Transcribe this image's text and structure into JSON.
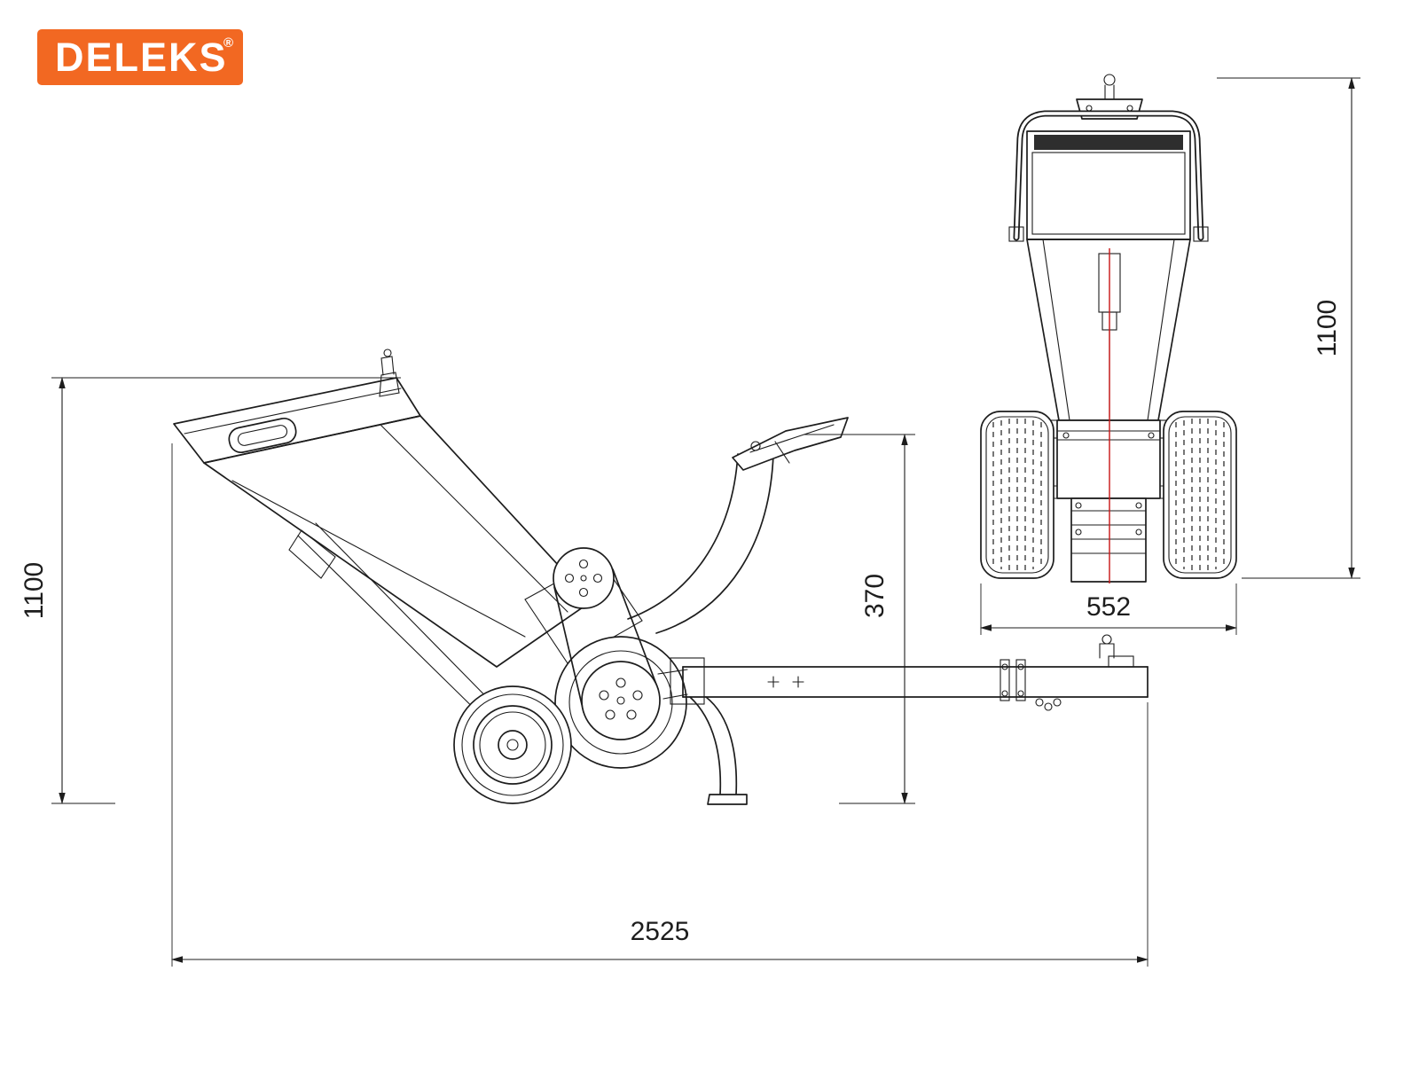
{
  "logo": {
    "text": "DELEKS",
    "registered_mark": "®"
  },
  "colors": {
    "brand_orange": "#F26822",
    "logo_text": "#FFFFFF",
    "line_dark": "#1D1D1D",
    "centerline_red": "#C81414",
    "background": "#FFFFFF"
  },
  "dimensions": {
    "side_overall_height": "1100",
    "discharge_hitch_height": "370",
    "overall_length": "2525",
    "front_track_width": "552",
    "front_overall_height": "1100"
  }
}
